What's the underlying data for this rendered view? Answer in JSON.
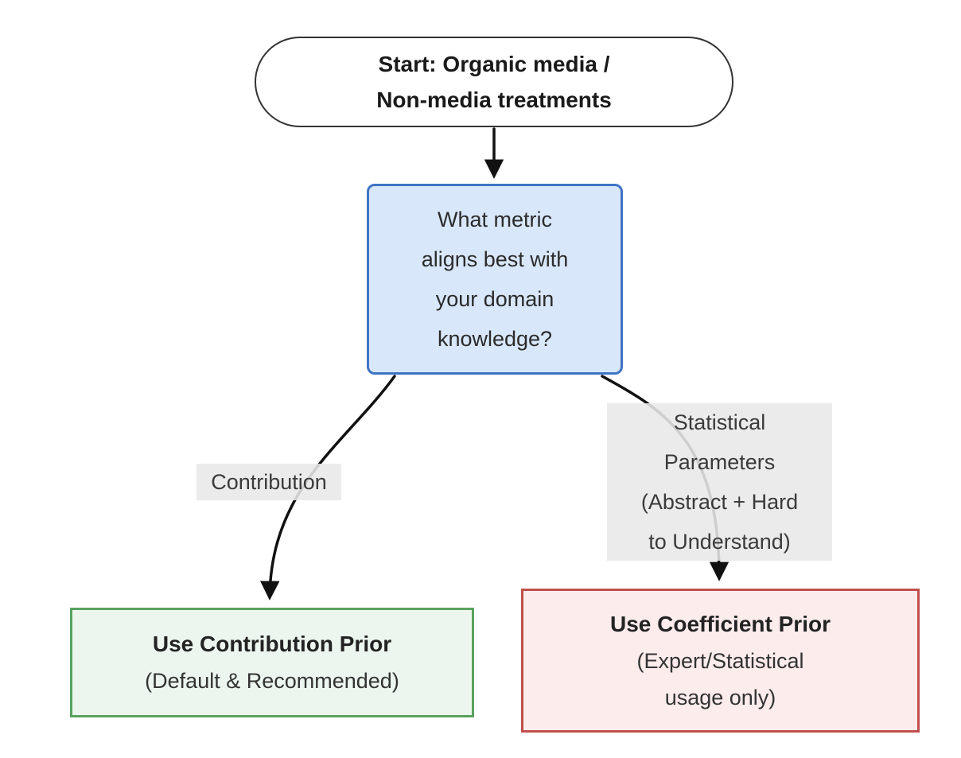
{
  "nodes": {
    "start": {
      "lines": [
        "Start: Organic media /",
        "Non-media treatments"
      ]
    },
    "decision": {
      "lines": [
        "What metric",
        "aligns best with",
        "your domain",
        "knowledge?"
      ]
    },
    "contribution_prior": {
      "title": "Use Contribution Prior",
      "lines": [
        "(Default & Recommended)"
      ]
    },
    "coefficient_prior": {
      "title": "Use Coefficient Prior",
      "lines": [
        "(Expert/Statistical",
        "usage only)"
      ]
    }
  },
  "edge_labels": {
    "contribution": "Contribution",
    "statistical": {
      "lines": [
        "Statistical",
        "Parameters",
        "(Abstract + Hard",
        "to Understand)"
      ]
    }
  },
  "colors": {
    "decision_fill": "#d8e7fa",
    "decision_border": "#3f74c4",
    "green_fill": "#ecf6ee",
    "green_border": "#5aa25e",
    "red_fill": "#fcecec",
    "red_border": "#c04f4c",
    "edge_label_bg": "#e8e8e8",
    "edge_stroke": "#111111",
    "text": "#333333"
  }
}
